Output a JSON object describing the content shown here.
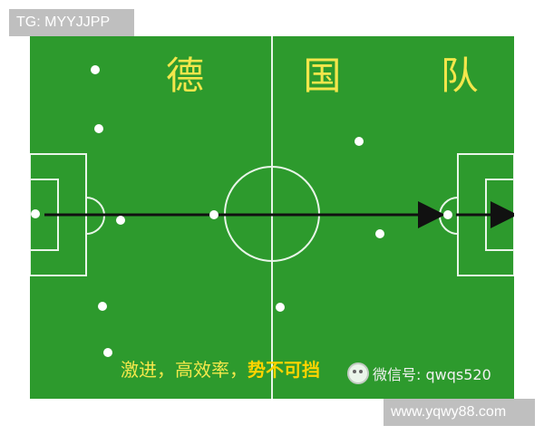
{
  "watermarks": {
    "tg": "TG: MYYJJPP",
    "site": "www.yqwy88.com"
  },
  "pitch": {
    "title": "德 国 队",
    "caption_prefix": "激进，高效率，",
    "caption_strong": "势不可挡",
    "wechat_label": "微信号: qwqs520",
    "colors": {
      "grass": "#2d9a2d",
      "lines": "#e8f5e8",
      "title": "#f3e64b",
      "caption": "#f4e84b",
      "player": "#ffffff",
      "arrow": "#111111"
    }
  }
}
